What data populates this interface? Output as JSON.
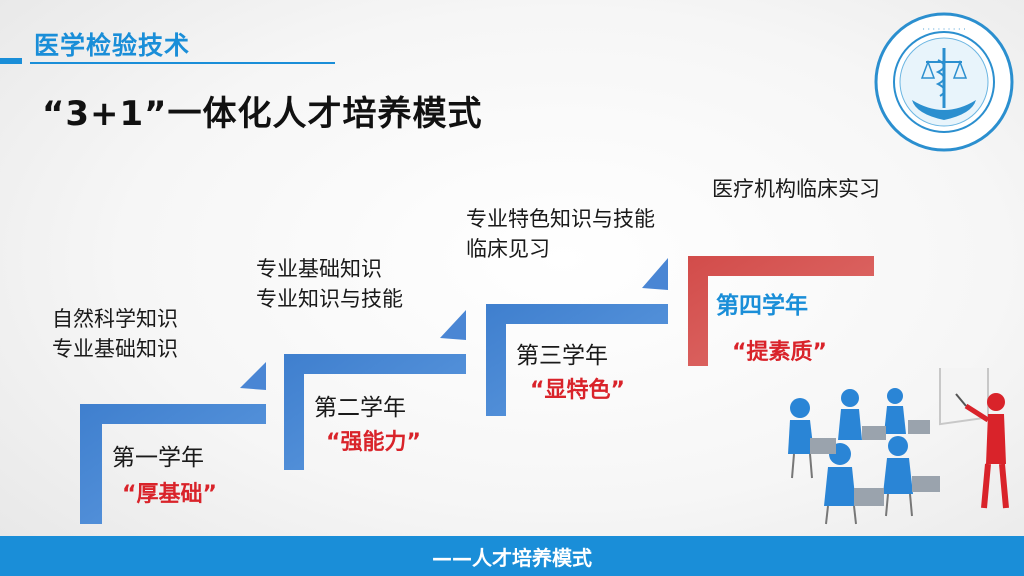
{
  "header": {
    "section_title": "医学检验技术"
  },
  "slide": {
    "title": "“3+1”一体化人才培养模式"
  },
  "steps": [
    {
      "year": "第一学年",
      "slogan": "“厚基础”",
      "content": [
        "自然科学知识",
        "专业基础知识"
      ]
    },
    {
      "year": "第二学年",
      "slogan": "“强能力”",
      "content": [
        "专业基础知识",
        "专业知识与技能"
      ]
    },
    {
      "year": "第三学年",
      "slogan": "“显特色”",
      "content": [
        "专业特色知识与技能",
        "临床见习"
      ]
    },
    {
      "year": "第四学年",
      "slogan": "“提素质”",
      "content": [
        "医疗机构临床实习"
      ]
    }
  ],
  "footer": {
    "text": "——人才培养模式"
  },
  "colors": {
    "accent": "#1a8ed8",
    "step_blue": "#3a78c6",
    "step_red": "#d9534f",
    "slogan_red": "#d9232a"
  },
  "icons": {
    "logo": "college-seal",
    "illustration": "classroom-clipart"
  }
}
